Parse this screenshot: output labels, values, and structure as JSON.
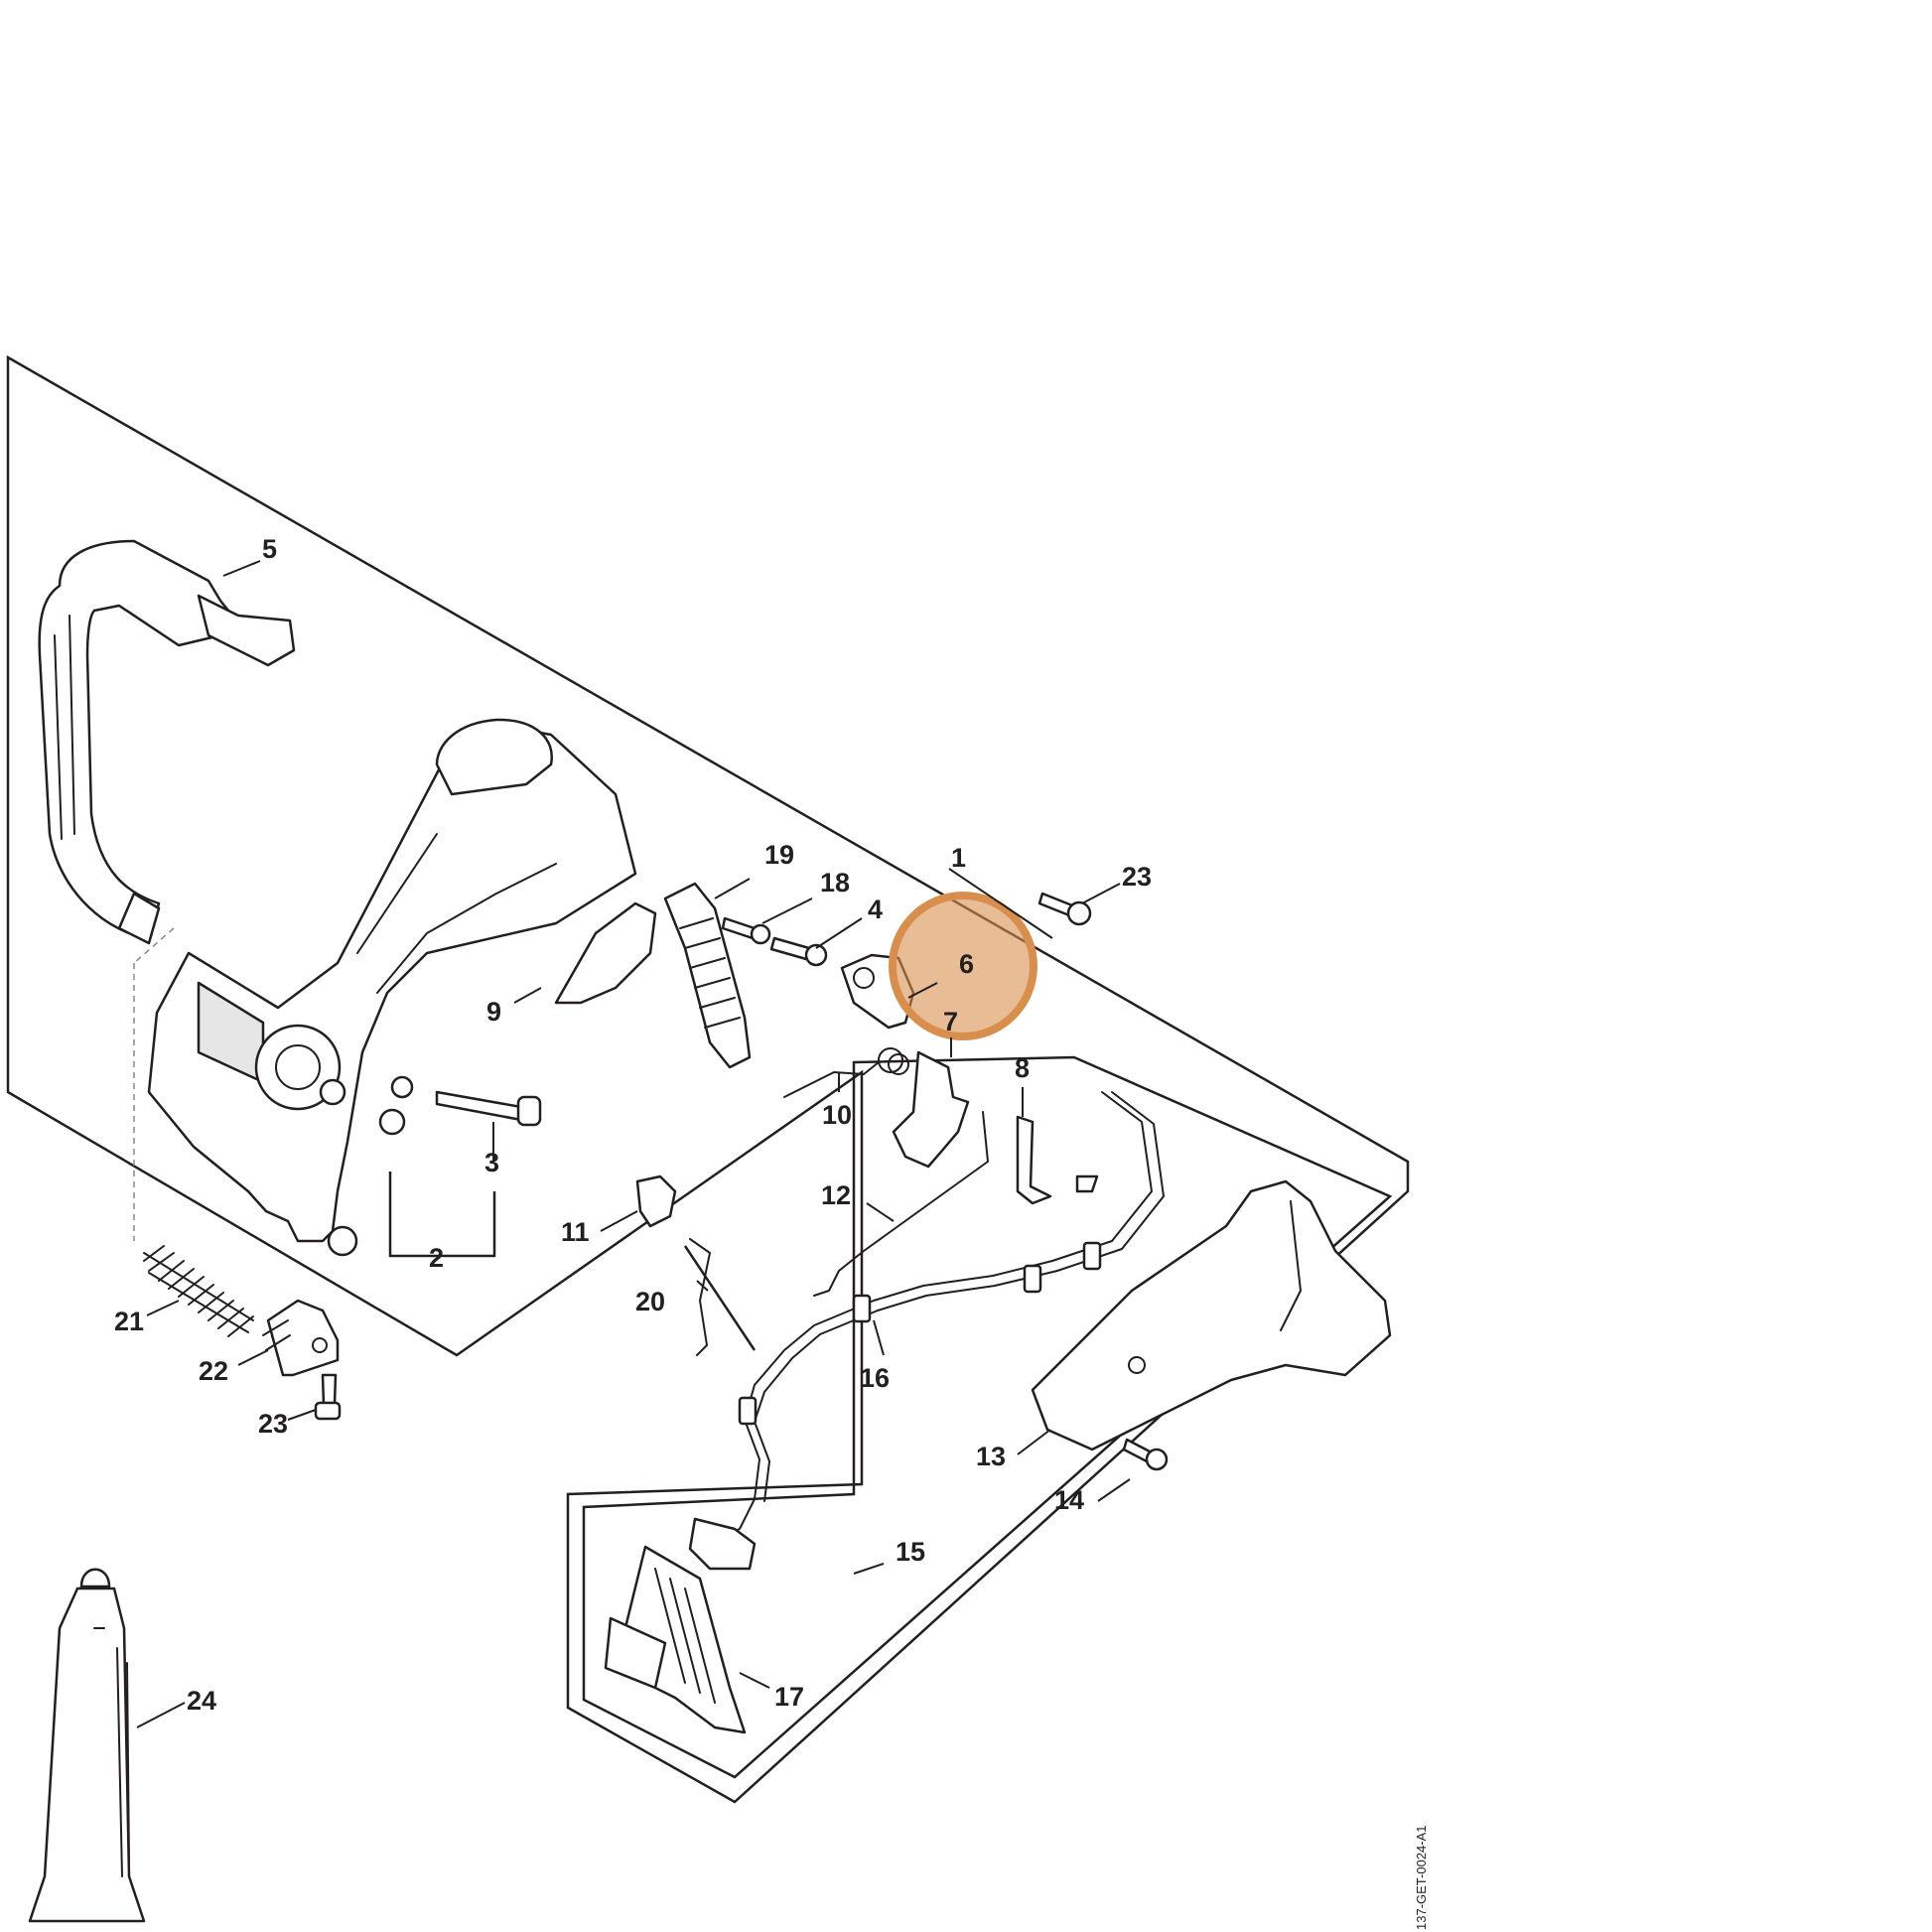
{
  "diagram": {
    "doc_code": "137-GET-0024-A1",
    "highlight_color": "#d88f4e",
    "callouts": [
      {
        "id": "1",
        "label": "1"
      },
      {
        "id": "2",
        "label": "2"
      },
      {
        "id": "3",
        "label": "3"
      },
      {
        "id": "4",
        "label": "4"
      },
      {
        "id": "5",
        "label": "5"
      },
      {
        "id": "6",
        "label": "6"
      },
      {
        "id": "7",
        "label": "7"
      },
      {
        "id": "8",
        "label": "8"
      },
      {
        "id": "9",
        "label": "9"
      },
      {
        "id": "10",
        "label": "10"
      },
      {
        "id": "11",
        "label": "11"
      },
      {
        "id": "12",
        "label": "12"
      },
      {
        "id": "13",
        "label": "13"
      },
      {
        "id": "14",
        "label": "14"
      },
      {
        "id": "15",
        "label": "15"
      },
      {
        "id": "16",
        "label": "16"
      },
      {
        "id": "17",
        "label": "17"
      },
      {
        "id": "18",
        "label": "18"
      },
      {
        "id": "19",
        "label": "19"
      },
      {
        "id": "20",
        "label": "20"
      },
      {
        "id": "21",
        "label": "21"
      },
      {
        "id": "22",
        "label": "22"
      },
      {
        "id": "23a",
        "label": "23"
      },
      {
        "id": "23b",
        "label": "23"
      },
      {
        "id": "24",
        "label": "24"
      }
    ]
  }
}
